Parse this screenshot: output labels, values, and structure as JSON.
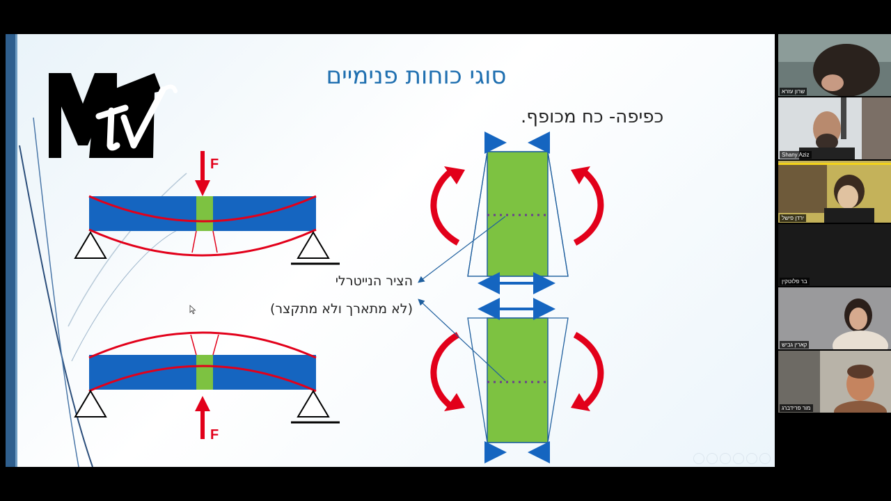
{
  "slide": {
    "title": "סוגי כוחות פנימיים",
    "subtitle": "כפיפה- כח מכופף.",
    "neutral_axis_label": "הציר הנייטרלי",
    "neutral_axis_note": "(לא מתארך ולא מתקצר)",
    "force_label_top": "F",
    "force_label_bottom": "F",
    "logo_text": "MTV"
  },
  "participants": [
    {
      "name": "שרון עזרא"
    },
    {
      "name": "Shany Aziz"
    },
    {
      "name": "ירדן פישל"
    },
    {
      "name": "בר פלוטקין"
    },
    {
      "name": "קארין גביש"
    },
    {
      "name": "מור פרידברג"
    }
  ],
  "colors": {
    "title": "#1f6fb0",
    "beam": "#1565c0",
    "segment": "#7dc241",
    "force": "#e2001a"
  }
}
